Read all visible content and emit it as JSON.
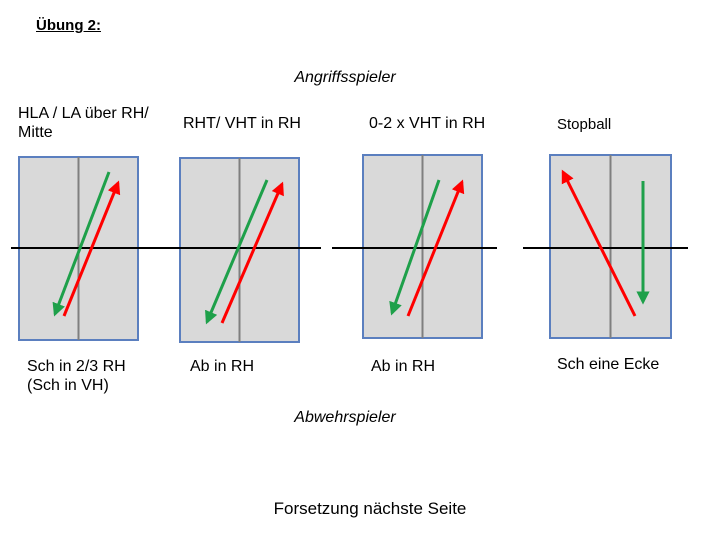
{
  "title": "Übung 2:",
  "top_role": "Angriffsspieler",
  "bottom_role": "Abwehrspieler",
  "footer": "Forsetzung nächste Seite",
  "colors": {
    "court_fill": "#d9d9d9",
    "court_border": "#5b7fbf",
    "center_line": "#7f7f7f",
    "net_line": "#000000",
    "attack_arrow": "#ff0000",
    "defense_arrow": "#1ea04a"
  },
  "exercises": [
    {
      "attack_label": "HLA / LA über RH/",
      "attack_label_2": "Mitte",
      "defense_label": "Sch in 2/3 RH",
      "defense_label_2": "(Sch in VH)"
    },
    {
      "attack_label": "RHT/ VHT in RH",
      "defense_label": "Ab in RH"
    },
    {
      "attack_label": "0-2 x VHT in RH",
      "defense_label": "Ab in RH"
    },
    {
      "attack_label": "Stopball",
      "defense_label": "Sch eine Ecke"
    }
  ]
}
